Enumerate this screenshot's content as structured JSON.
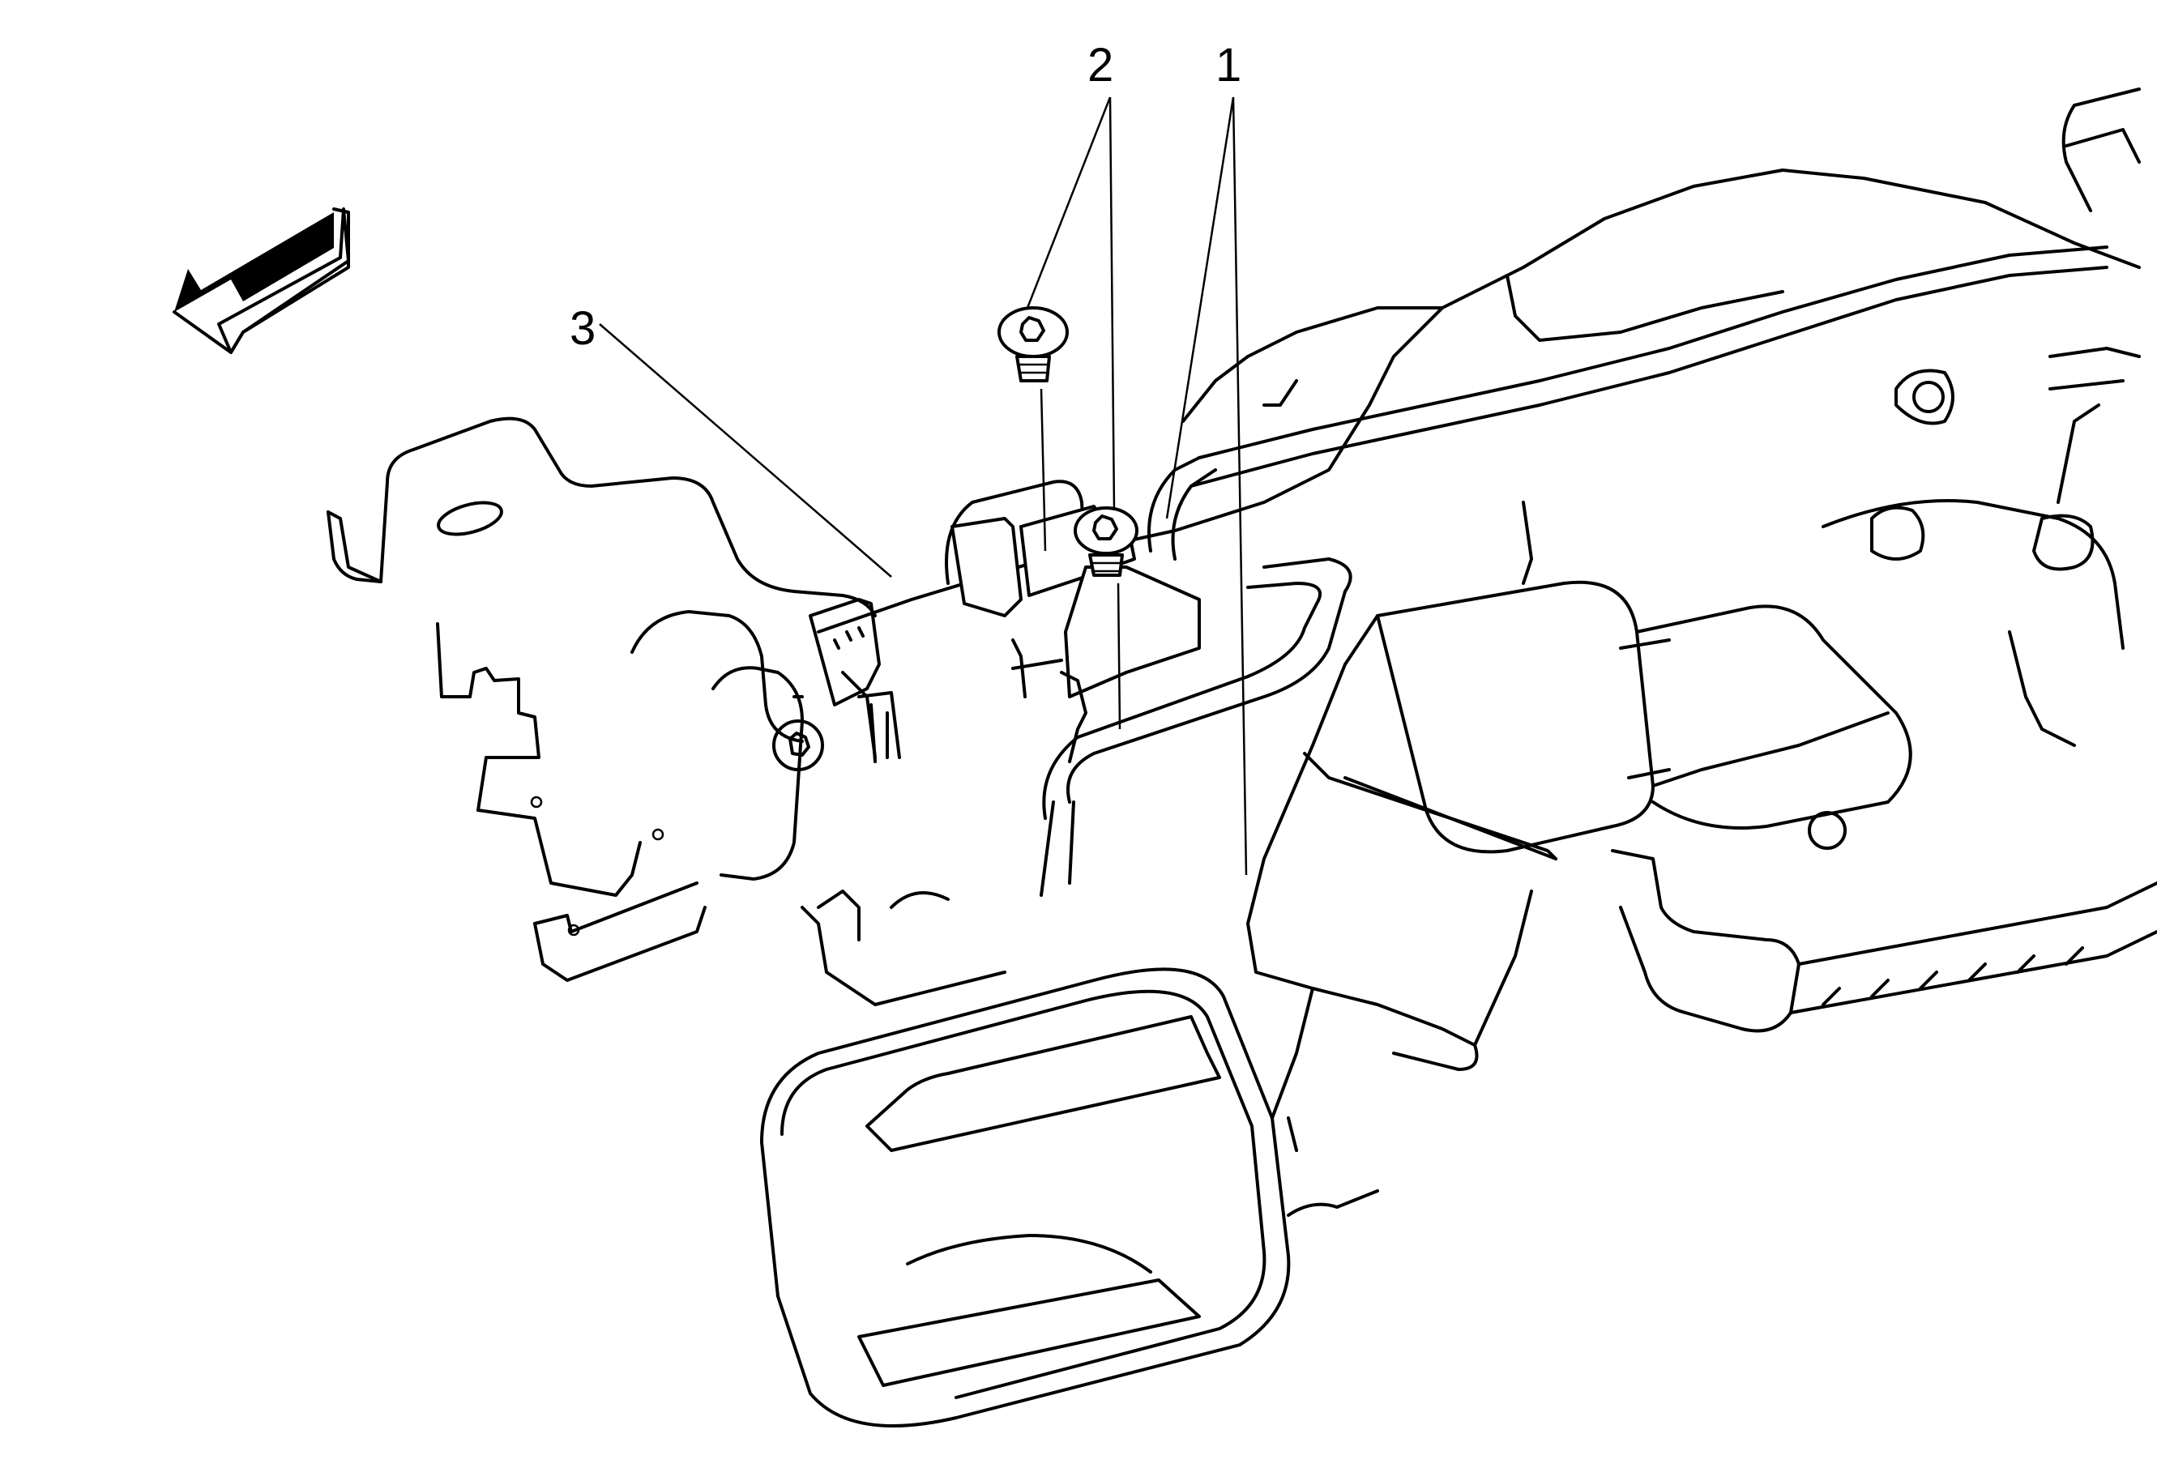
{
  "diagram": {
    "callouts": [
      {
        "id": "callout-1",
        "label": "1"
      },
      {
        "id": "callout-2",
        "label": "2"
      },
      {
        "id": "callout-3",
        "label": "3"
      }
    ],
    "icons": {
      "direction_arrow": "front-direction-arrow-icon",
      "bolt": "torx-bolt-icon"
    },
    "colors": {
      "line": "#000000",
      "background": "#ffffff"
    }
  }
}
